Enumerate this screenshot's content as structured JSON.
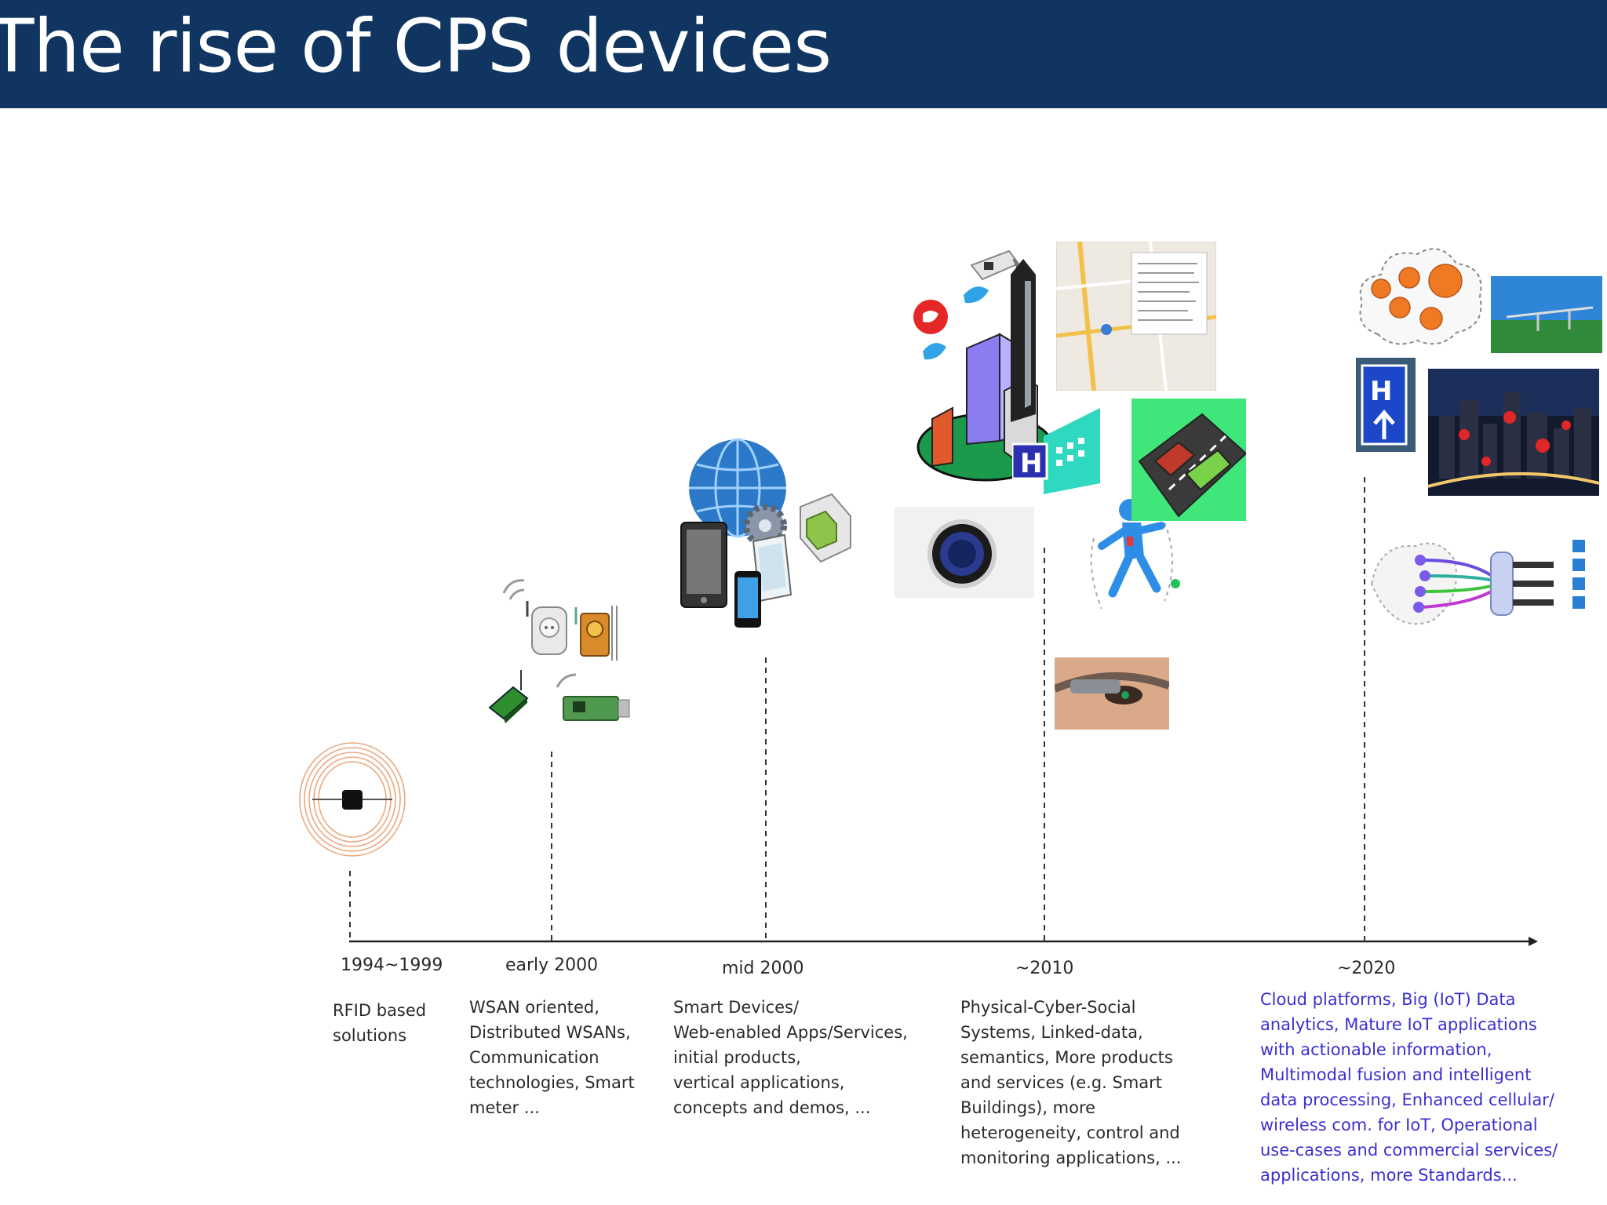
{
  "header": {
    "title": "The rise of CPS devices"
  },
  "timeline": [
    {
      "period": "1994~1999",
      "description": "RFID based\nsolutions"
    },
    {
      "period": "early 2000",
      "description": "WSAN oriented,\nDistributed WSANs,\nCommunication\ntechnologies, Smart\nmeter ..."
    },
    {
      "period": "mid 2000",
      "description": "Smart Devices/\nWeb-enabled  Apps/Services,\ninitial products,\nvertical applications,\nconcepts and demos, ..."
    },
    {
      "period": "~2010",
      "description": "Physical-Cyber-Social\nSystems, Linked-data,\nsemantics, More products\nand services (e.g. Smart\nBuildings), more\nheterogeneity, control and\nmonitoring applications, ..."
    },
    {
      "period": "~2020",
      "description": "Cloud platforms, Big (IoT) Data\nanalytics, Mature IoT applications\nwith actionable information,\nMultimodal fusion and intelligent\ndata processing, Enhanced cellular/\nwireless com. for IoT, Operational\nuse-cases and commercial services/\napplications, more Standards..."
    }
  ],
  "colors": {
    "header_bg": "#0f3560",
    "header_text": "#ffffff",
    "axis": "#222222",
    "text": "#2a2a2a",
    "future_text": "#3b2fd0"
  },
  "icons": [
    "rfid-tag-icon",
    "wireless-sensor-node-icon",
    "smart-plug-icon",
    "smart-meter-icon",
    "globe-icon",
    "tablet-icon",
    "smartphone-icon",
    "gear-icon",
    "smart-thermostat-icon",
    "twitter-icon",
    "cctv-camera-icon",
    "smart-city-icon",
    "map-icon",
    "hospital-icon",
    "runner-icon",
    "car-icon",
    "smart-glasses-icon",
    "cloud-icon",
    "smart-farm-icon",
    "hospital-sign-icon",
    "city-night-icon",
    "iot-fusion-icon"
  ]
}
